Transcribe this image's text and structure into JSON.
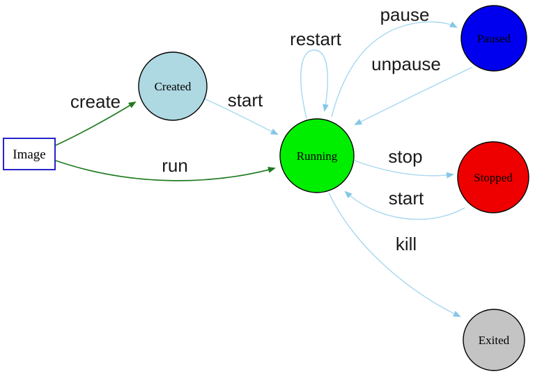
{
  "diagram": {
    "kind": "state-diagram",
    "nodes": [
      {
        "id": "image",
        "label": "Image",
        "shape": "box",
        "fill": "#ffffff",
        "stroke": "#2323cc"
      },
      {
        "id": "created",
        "label": "Created",
        "shape": "circle",
        "fill": "#aed8e2",
        "stroke": "#000000"
      },
      {
        "id": "running",
        "label": "Running",
        "shape": "circle",
        "fill": "#00ee00",
        "stroke": "#000000"
      },
      {
        "id": "paused",
        "label": "Paused",
        "shape": "circle",
        "fill": "#0000ee",
        "stroke": "#000000"
      },
      {
        "id": "stopped",
        "label": "Stopped",
        "shape": "circle",
        "fill": "#ee0000",
        "stroke": "#000000"
      },
      {
        "id": "exited",
        "label": "Exited",
        "shape": "circle",
        "fill": "#c4c4c4",
        "stroke": "#000000"
      }
    ],
    "edges": [
      {
        "label": "create",
        "from": "Image",
        "to": "Created",
        "color": "#1f7a1f"
      },
      {
        "label": "run",
        "from": "Image",
        "to": "Running",
        "color": "#1f7a1f"
      },
      {
        "label": "start",
        "from": "Created",
        "to": "Running",
        "color": "#a5d7f0"
      },
      {
        "label": "restart",
        "from": "Running",
        "to": "Running",
        "color": "#a5d7f0"
      },
      {
        "label": "pause",
        "from": "Running",
        "to": "Paused",
        "color": "#a5d7f0"
      },
      {
        "label": "unpause",
        "from": "Paused",
        "to": "Running",
        "color": "#a5d7f0"
      },
      {
        "label": "stop",
        "from": "Running",
        "to": "Stopped",
        "color": "#a5d7f0"
      },
      {
        "label": "start",
        "from": "Stopped",
        "to": "Running",
        "color": "#a5d7f0"
      },
      {
        "label": "kill",
        "from": "Running",
        "to": "Exited",
        "color": "#a5d7f0"
      }
    ],
    "colors": {
      "edge_light_blue": "#a5d7f0",
      "edge_arrow_blue": "#85c7e8",
      "edge_dark_green": "#1f7a1f",
      "node_running_green": "#00ee00",
      "node_paused_blue": "#0000ee",
      "node_stopped_red": "#ee0000",
      "node_created_lightblue": "#aed8e2",
      "node_exited_gray": "#c4c4c4",
      "image_box_border": "#2323cc"
    }
  }
}
